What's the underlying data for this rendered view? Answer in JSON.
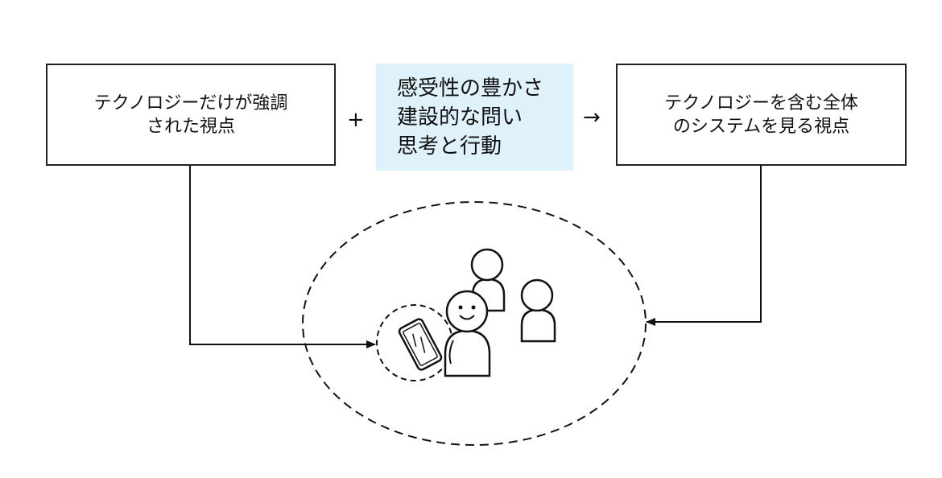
{
  "left_box": {
    "line1": "テクノロジーだけが強調",
    "line2": "された視点"
  },
  "middle_box": {
    "line1": "感受性の豊かさ",
    "line2": "建設的な問い",
    "line3": "思考と行動"
  },
  "right_box": {
    "line1": "テクノロジーを含む全体",
    "line2": "のシステムを見る視点"
  },
  "operators": {
    "plus": "+",
    "arrow": "→"
  },
  "colors": {
    "middle_box_fill": "#dff2fb",
    "stroke": "#111111"
  },
  "icons": [
    "smartphone-icon",
    "person-icon",
    "smiling-person-icon"
  ]
}
